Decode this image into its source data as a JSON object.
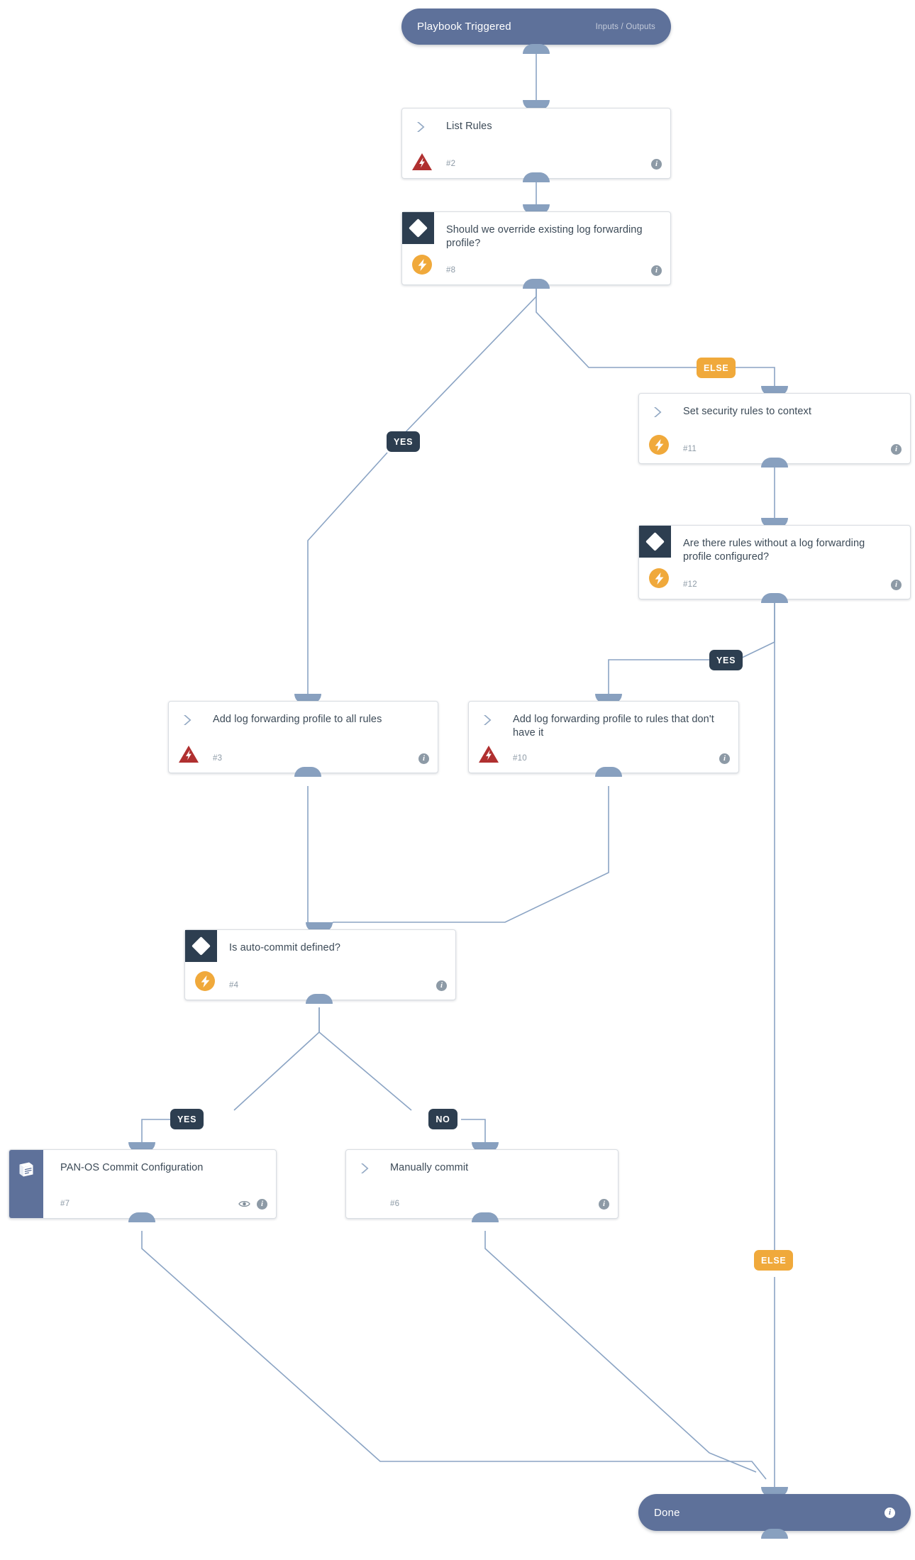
{
  "theme": {
    "edge_color": "#8ba4c4",
    "port_color": "#88a0bf",
    "terminal_fill": "#5e719a",
    "condition_fill": "#2d3e50",
    "automation_accent": "#f0a93b",
    "error_accent": "#b03030",
    "card_border": "#d9dde2",
    "title_text": "#3c4a57",
    "meta_text": "#8d9aa6"
  },
  "nodes": {
    "start": {
      "label": "Playbook Triggered",
      "right_label": "Inputs / Outputs",
      "kind": "start-terminal"
    },
    "list_rules": {
      "title": "List Rules",
      "number": "#2",
      "kind": "task",
      "icon": "chevron-icon",
      "status_icon": "error-warning-icon",
      "info_icon": "info-icon"
    },
    "override_cond": {
      "title": "Should we override existing log forwarding profile?",
      "number": "#8",
      "kind": "condition",
      "icon": "diamond-icon",
      "status_icon": "automation-bolt-icon",
      "info_icon": "info-icon"
    },
    "set_context": {
      "title": "Set security rules to context",
      "number": "#11",
      "kind": "task",
      "icon": "chevron-icon",
      "status_icon": "automation-bolt-icon",
      "info_icon": "info-icon"
    },
    "rules_without_cond": {
      "title": "Are there rules without a log forwarding profile configured?",
      "number": "#12",
      "kind": "condition",
      "icon": "diamond-icon",
      "status_icon": "automation-bolt-icon",
      "info_icon": "info-icon"
    },
    "add_all_rules": {
      "title": "Add log forwarding profile to all rules",
      "number": "#3",
      "kind": "task",
      "icon": "chevron-icon",
      "status_icon": "error-warning-icon",
      "info_icon": "info-icon"
    },
    "add_missing_rules": {
      "title": "Add log forwarding profile to rules that don't have it",
      "number": "#10",
      "kind": "task",
      "icon": "chevron-icon",
      "status_icon": "error-warning-icon",
      "info_icon": "info-icon"
    },
    "autocommit_cond": {
      "title": "Is auto-commit defined?",
      "number": "#4",
      "kind": "condition",
      "icon": "diamond-icon",
      "status_icon": "automation-bolt-icon",
      "info_icon": "info-icon"
    },
    "panos_commit": {
      "title": "PAN-OS Commit Configuration",
      "number": "#7",
      "kind": "sub-playbook",
      "icon": "playbook-book-icon",
      "eye_icon": "eye-icon",
      "info_icon": "info-icon"
    },
    "manual_commit": {
      "title": "Manually commit",
      "number": "#6",
      "kind": "task",
      "icon": "chevron-icon",
      "info_icon": "info-icon"
    },
    "done": {
      "label": "Done",
      "kind": "end-terminal",
      "info_icon": "info-icon"
    }
  },
  "branch_labels": [
    {
      "id": "override-yes",
      "text": "YES"
    },
    {
      "id": "override-else",
      "text": "ELSE"
    },
    {
      "id": "rules-without-yes",
      "text": "YES"
    },
    {
      "id": "rules-without-else",
      "text": "ELSE"
    },
    {
      "id": "autocommit-yes",
      "text": "YES"
    },
    {
      "id": "autocommit-no",
      "text": "NO"
    }
  ]
}
